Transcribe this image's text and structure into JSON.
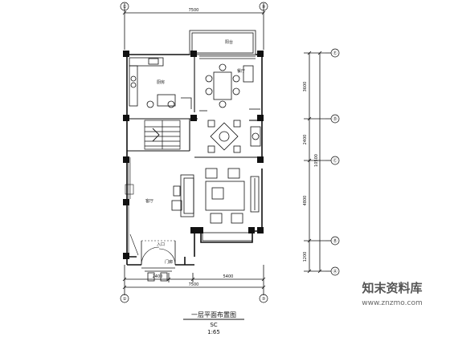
{
  "drawing": {
    "title": "一层平面布置图",
    "scale_line1": "SC",
    "scale_line2": "1:65"
  },
  "axes_top": [
    "①",
    "③"
  ],
  "axes_bottom": [
    "①",
    "③"
  ],
  "axes_right": [
    "Ⓐ",
    "Ⓑ",
    "Ⓒ",
    "Ⓓ",
    "Ⓔ"
  ],
  "dims": {
    "top_total": "7500",
    "bottom_total": "7500",
    "bottom_left": "2400",
    "bottom_right": "5400",
    "right_1": "3600",
    "right_2": "2400",
    "right_mid": "10500",
    "right_3": "4800",
    "right_4": "1200"
  },
  "rooms": {
    "balcony": "阳台",
    "kitchen": "厨房",
    "dining": "餐厅",
    "living": "客厅",
    "entry": "入口",
    "porch": "门廊"
  },
  "watermark": {
    "brand": "知末资料库",
    "url": "www.znzmo.com"
  }
}
